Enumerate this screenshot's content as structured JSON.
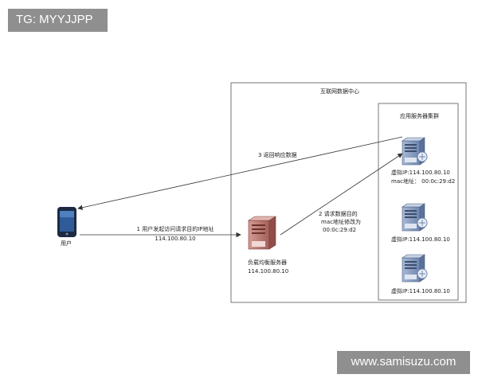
{
  "watermarks": {
    "top_left": "TG: MYYJJPP",
    "bottom_right": "www.samisuzu.com"
  },
  "datacenter": {
    "title": "互联网数据中心",
    "cluster_title": "应用服务器集群"
  },
  "user": {
    "label": "用户"
  },
  "load_balancer": {
    "name": "负载均衡服务器",
    "ip": "114.100.80.10"
  },
  "servers": [
    {
      "ip_label": "虚拟IP:114.100.80.10",
      "mac_label": "mac地址： 00:0c:29:d2"
    },
    {
      "ip_label": "虚拟IP:114.100.80.10"
    },
    {
      "ip_label": "虚拟IP:114.100.80.10"
    }
  ],
  "arrows": {
    "step1_line1": "1 用户发起访问请求目的IP地址",
    "step1_line2": "114.100.80.10",
    "step2_line1": "2 请求数据目的",
    "step2_line2": "mac地址修改为",
    "step2_line3": "00:0c:29:d2",
    "step3": "3 返回响应数据"
  },
  "colors": {
    "watermark_bg": "#8f8f8f",
    "box_border": "#555555",
    "server_blue": "#7d96bd",
    "lb_red": "#b5736d",
    "phone": "#1c2a44"
  }
}
